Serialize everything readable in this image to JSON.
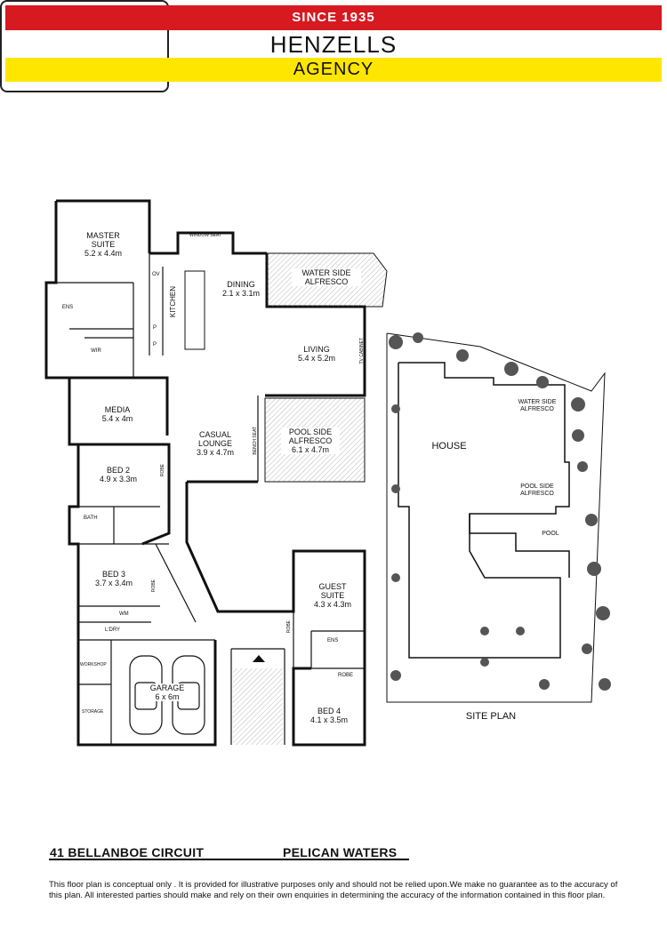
{
  "logo": {
    "since": "SINCE 1935",
    "name": "HENZELLS",
    "agency": "AGENCY",
    "colors": {
      "red": "#d71920",
      "yellow": "#ffe600"
    }
  },
  "rooms": {
    "master_suite": {
      "name": "MASTER\nSUITE",
      "size": "5.2 x 4.4m"
    },
    "ens": "ENS",
    "wir": "WIR",
    "window_seat": "WINDOW SEAT",
    "kitchen": "KITCHEN",
    "ov": "OV",
    "p1": "P",
    "p2": "P",
    "dining": {
      "name": "DINING",
      "size": "2.1 x 3.1m"
    },
    "water_side_alfresco": "WATER SIDE\nALFRESCO",
    "living": {
      "name": "LIVING",
      "size": "5.4 x 5.2m"
    },
    "tv_cabinet": "TV CABINET",
    "media": {
      "name": "MEDIA",
      "size": "5.4 x 4m"
    },
    "casual_lounge": {
      "name": "CASUAL\nLOUNGE",
      "size": "3.9 x 4.7m"
    },
    "bench_seat": "BENCH SEAT",
    "pool_side_alfresco": {
      "name": "POOL SIDE\nALFRESCO",
      "size": "6.1 x 4.7m"
    },
    "bed2": {
      "name": "BED 2",
      "size": "4.9 x 3.3m"
    },
    "robe1": "ROBE",
    "bath": "BATH",
    "bed3": {
      "name": "BED 3",
      "size": "3.7 x 3.4m"
    },
    "robe2": "ROBE",
    "wm": "WM",
    "ldry": "L'DRY",
    "workshop": "WORKSHOP",
    "storage": "STORAGE",
    "garage": {
      "name": "GARAGE",
      "size": "6 x 6m"
    },
    "guest_suite": {
      "name": "GUEST\nSUITE",
      "size": "4.3 x 4.3m"
    },
    "robe3": "ROBE",
    "ens2": "ENS",
    "robe4": "ROBE",
    "bed4": {
      "name": "BED 4",
      "size": "4.1 x 3.5m"
    }
  },
  "site_plan": {
    "house": "HOUSE",
    "water_side_alfresco": "WATER SIDE\nALFRESCO",
    "pool_side_alfresco": "POOL SIDE\nALFRESCO",
    "pool": "POOL",
    "title": "SITE PLAN"
  },
  "footer": {
    "address": "41 BELLANBOE CIRCUIT",
    "suburb": "PELICAN WATERS",
    "disclaimer": "This floor plan  is conceptual only . It is provided for illustrative purposes only and should not be relied upon.We make no guarantee as to the accuracy of this plan. All interested parties should make and rely on their own enquiries in determining the accuracy of the information contained in this floor plan."
  }
}
